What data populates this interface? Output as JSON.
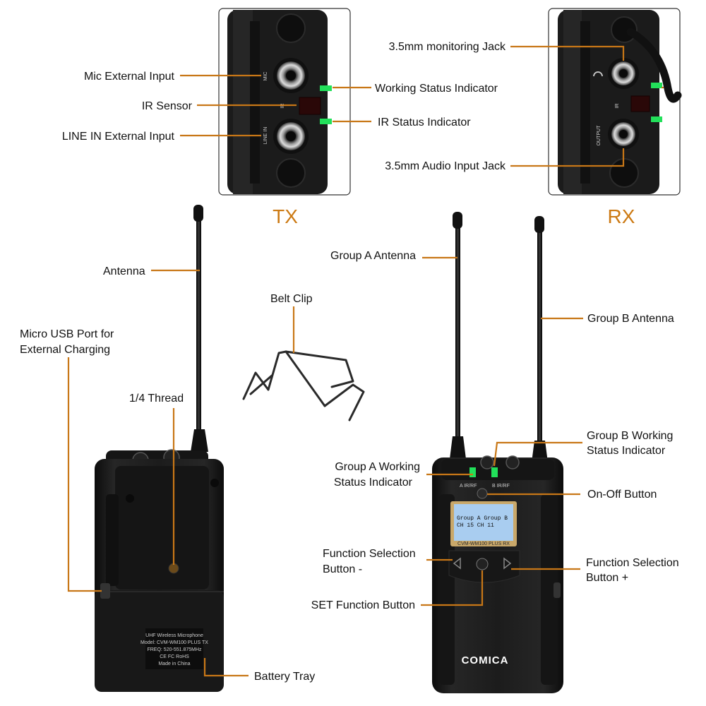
{
  "titles": {
    "tx": "TX",
    "rx": "RX"
  },
  "tx_detail_labels": {
    "mic_external_input": "Mic External Input",
    "ir_sensor": "IR Sensor",
    "line_in_external_input": "LINE IN External Input"
  },
  "rx_detail_labels": {
    "monitoring_jack": "3.5mm monitoring Jack",
    "working_status_indicator": "Working Status Indicator",
    "ir_status_indicator": "IR Status Indicator",
    "audio_input_jack": "3.5mm Audio Input Jack"
  },
  "tx_labels": {
    "antenna": "Antenna",
    "usb_port_line1": "Micro USB Port for",
    "usb_port_line2": "External Charging",
    "thread": "1/4 Thread",
    "belt_clip": "Belt Clip",
    "battery_tray": "Battery Tray"
  },
  "rx_labels": {
    "group_a_antenna": "Group A Antenna",
    "group_b_antenna": "Group B Antenna",
    "group_b_status_line1": "Group B Working",
    "group_b_status_line2": "Status Indicator",
    "group_a_status_line1": "Group A Working",
    "group_a_status_line2": "Status Indicator",
    "on_off_button": "On-Off Button",
    "func_minus_line1": "Function Selection",
    "func_minus_line2": "Button -",
    "func_plus_line1": "Function Selection",
    "func_plus_line2": "Button +",
    "set_button": "SET Function Button"
  },
  "device_text": {
    "tx_port_mic": "MIC",
    "tx_port_ir": "IR",
    "tx_port_line_in": "LINE IN",
    "rx_port_ir": "IR",
    "rx_port_output": "OUTPUT",
    "rx_led_a": "A IR/RF",
    "rx_led_b": "B IR/RF",
    "lcd_row1": "Group A  Group B",
    "lcd_row2": "CH 15    CH 11",
    "model": "CVM-WM100 PLUS RX",
    "brand": "COMICA",
    "tx_sticker": [
      "UHF Wireless Microphone",
      "Model: CVM-WM100 PLUS TX",
      "FREQ: 520-551.875MHz",
      "CE FC RoHS",
      "Made in China"
    ]
  },
  "colors": {
    "leader": "#c87717",
    "title": "#cc7a14",
    "led": "#22e05a",
    "lcd": "#a9cdf0",
    "device": "#1a1a1a"
  }
}
